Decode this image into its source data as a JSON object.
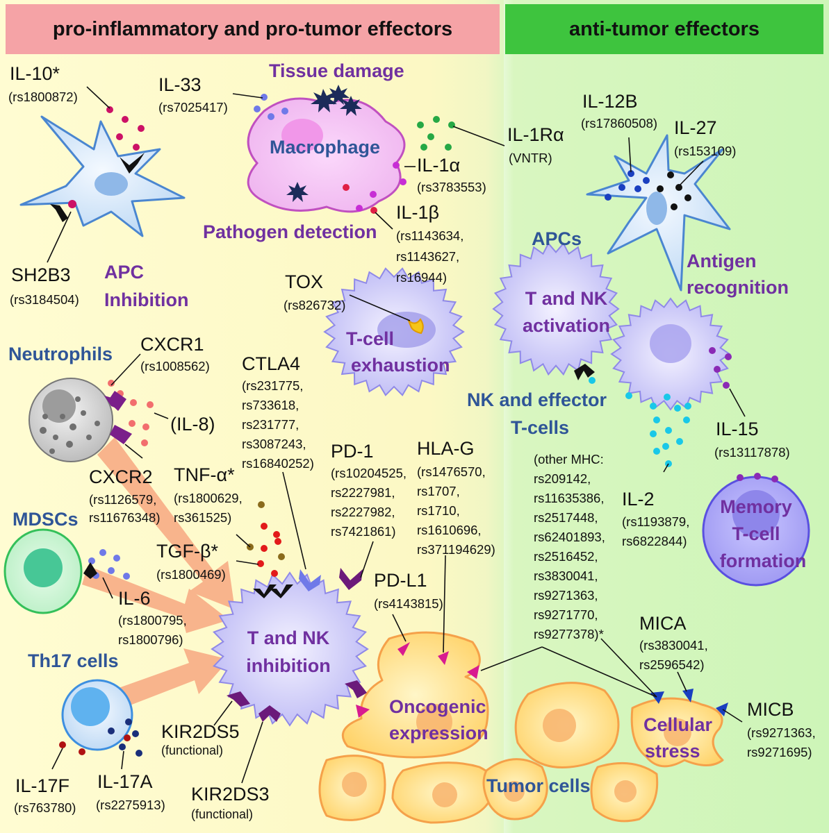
{
  "headers": {
    "left": "pro-inflammatory and pro-tumor effectors",
    "right": "anti-tumor effectors"
  },
  "cells": {
    "macrophage": "Macrophage",
    "neutrophils": "Neutrophils",
    "mdscs": "MDSCs",
    "th17": "Th17 cells",
    "apcs": "APCs",
    "nk_effector_line1": "NK and effector",
    "nk_effector_line2": "T-cells",
    "tumor": "Tumor cells"
  },
  "processes": {
    "tissue_damage": "Tissue damage",
    "pathogen_detection": "Pathogen detection",
    "apc_inhibition_1": "APC",
    "apc_inhibition_2": "Inhibition",
    "exhaustion_1": "T-cell",
    "exhaustion_2": "exhaustion",
    "inhibition_1": "T and NK",
    "inhibition_2": "inhibition",
    "activation_1": "T and NK",
    "activation_2": "activation",
    "antigen_1": "Antigen",
    "antigen_2": "recognition",
    "memory_1": "Memory",
    "memory_2": "T-cell",
    "memory_3": "formation",
    "oncogenic_1": "Oncogenic",
    "oncogenic_2": "expression",
    "stress_1": "Cellular",
    "stress_2": "stress"
  },
  "genes": {
    "il10": {
      "name": "IL-10*",
      "rs": [
        "(rs1800872)"
      ]
    },
    "sh2b3": {
      "name": "SH2B3",
      "rs": [
        "(rs3184504)"
      ]
    },
    "il33": {
      "name": "IL-33",
      "rs": [
        "(rs7025417)"
      ]
    },
    "il1ra": {
      "name": "IL-1Rα",
      "rs": [
        "(VNTR)"
      ]
    },
    "il1a": {
      "name": "IL-1α",
      "rs": [
        "(rs3783553)"
      ]
    },
    "il1b": {
      "name": "IL-1β",
      "rs": [
        "(rs1143634,",
        "rs1143627,",
        "rs16944)"
      ]
    },
    "tox": {
      "name": "TOX",
      "rs": [
        "(rs826732)"
      ]
    },
    "cxcr1": {
      "name": "CXCR1",
      "rs": [
        "(rs1008562)"
      ]
    },
    "il8": {
      "name": "(IL-8)"
    },
    "cxcr2": {
      "name": "CXCR2",
      "rs": [
        "(rs1126579,",
        "rs11676348)"
      ]
    },
    "ctla4": {
      "name": "CTLA4",
      "rs": [
        "(rs231775,",
        "rs733618,",
        "rs231777,",
        "rs3087243,",
        "rs16840252)"
      ]
    },
    "tnfa": {
      "name": "TNF-α*",
      "rs": [
        "(rs1800629,",
        "rs361525)"
      ]
    },
    "tgfb": {
      "name": "TGF-β*",
      "rs": [
        "(rs1800469)"
      ]
    },
    "il6": {
      "name": "IL-6",
      "rs": [
        "(rs1800795,",
        "rs1800796)"
      ]
    },
    "pd1": {
      "name": "PD-1",
      "rs": [
        "(rs10204525,",
        "rs2227981,",
        "rs2227982,",
        "rs7421861)"
      ]
    },
    "hlag": {
      "name": "HLA-G",
      "rs": [
        "(rs1476570,",
        "rs1707,",
        "rs1710,",
        "rs1610696,",
        "rs371194629)"
      ]
    },
    "pdl1": {
      "name": "PD-L1",
      "rs": [
        "(rs4143815)"
      ]
    },
    "kir2ds5": {
      "name": "KIR2DS5",
      "rs": [
        "(functional)"
      ]
    },
    "kir2ds3": {
      "name": "KIR2DS3",
      "rs": [
        "(functional)"
      ]
    },
    "il17f": {
      "name": "IL-17F",
      "rs": [
        "(rs763780)"
      ]
    },
    "il17a": {
      "name": "IL-17A",
      "rs": [
        "(rs2275913)"
      ]
    },
    "il12b": {
      "name": "IL-12B",
      "rs": [
        "(rs17860508)"
      ]
    },
    "il27": {
      "name": "IL-27",
      "rs": [
        "(rs153109)"
      ]
    },
    "il15": {
      "name": "IL-15",
      "rs": [
        "(rs13117878)"
      ]
    },
    "il2": {
      "name": "IL-2",
      "rs": [
        "(rs1193879,",
        "rs6822844)"
      ]
    },
    "mhc": {
      "rs": [
        "(other MHC:",
        "rs209142,",
        "rs11635386,",
        "rs2517448,",
        "rs62401893,",
        "rs2516452,",
        "rs3830041,",
        "rs9271363,",
        "rs9271770,",
        "rs9277378)*"
      ]
    },
    "mica": {
      "name": "MICA",
      "rs": [
        "(rs3830041,",
        "rs2596542)"
      ]
    },
    "micb": {
      "name": "MICB",
      "rs": [
        "(rs9271363,",
        "rs9271695)"
      ]
    }
  },
  "colors": {
    "header_left": "#f5a3a6",
    "header_right": "#3ec43e",
    "process_text": "#7030a0",
    "cell_text": "#2f5597",
    "arrow": "#f8b48c"
  }
}
